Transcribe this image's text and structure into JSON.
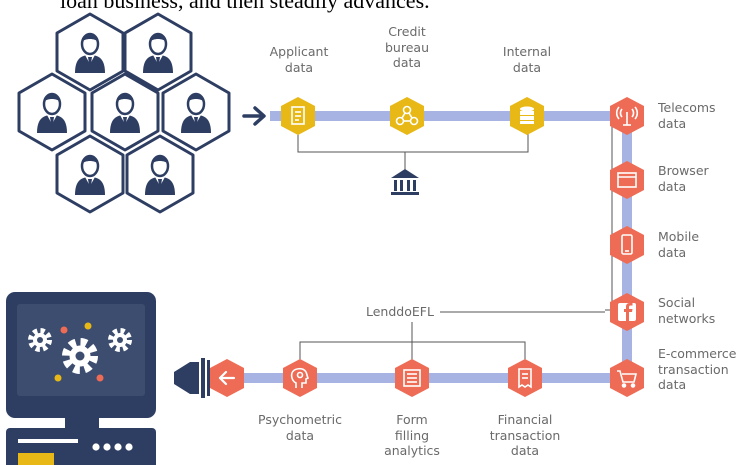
{
  "header_fragment": "loan business, and then steadily advances.",
  "colors": {
    "outline_navy": "#2e3e63",
    "flow_bar": "#a7b3e2",
    "hex_yellow": "#e8b817",
    "hex_red": "#ee6b55",
    "gear_dark": "#3d4d6f"
  },
  "top_sources": [
    {
      "label": "Applicant\ndata",
      "icon": "document-icon"
    },
    {
      "label": "Credit\nbureau\ndata",
      "icon": "network-icon"
    },
    {
      "label": "Internal\ndata",
      "icon": "database-icon"
    }
  ],
  "bank_icon": "bank-icon",
  "alt_sources": [
    {
      "label": "Telecoms\ndata",
      "icon": "cell-tower-icon"
    },
    {
      "label": "Browser\ndata",
      "icon": "browser-icon"
    },
    {
      "label": "Mobile\ndata",
      "icon": "mobile-phone-icon"
    },
    {
      "label": "Social\nnetworks",
      "icon": "facebook-icon"
    },
    {
      "label": "E-commerce\ntransaction\ndata",
      "icon": "shopping-cart-icon"
    }
  ],
  "brand_label": "LenddoEFL",
  "bottom_sources": [
    {
      "label": "Psychometric\ndata",
      "icon": "head-icon"
    },
    {
      "label": "Form\nfilling\nanalytics",
      "icon": "form-icon"
    },
    {
      "label": "Financial\ntransaction\ndata",
      "icon": "receipt-icon"
    }
  ]
}
